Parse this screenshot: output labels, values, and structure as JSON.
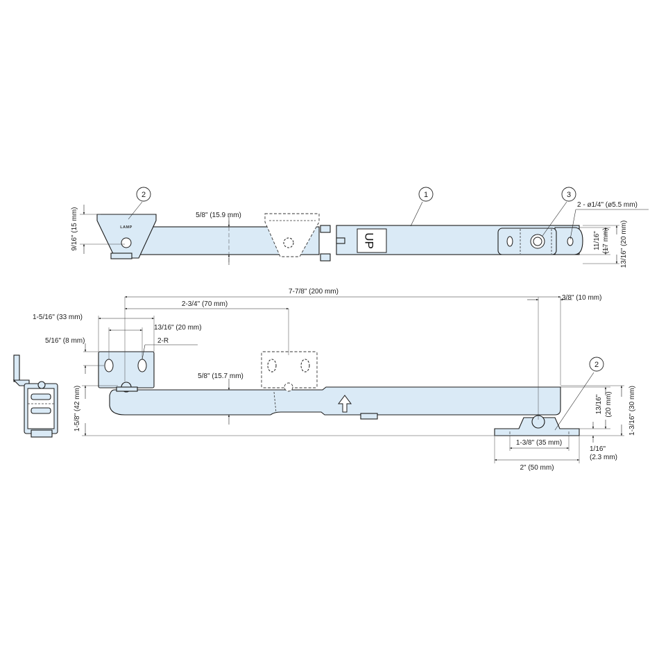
{
  "callouts": {
    "top_stay_arm": "1",
    "top_bracket": "2",
    "top_pivot": "3",
    "bottom_bracket": "2"
  },
  "top_view": {
    "dim_bracket_height": "9/16\" (15 mm)",
    "dim_arm_width": "5/8\" (15.9 mm)",
    "dim_hole": "2 - ø1/4\" (ø5.5 mm)",
    "dim_end_width_fraction": "11/16\"",
    "dim_end_width_metric": "(17 mm)",
    "dim_overall_height": "13/16\" (20 mm)",
    "up_label": "UP",
    "logo_text": "LAMP"
  },
  "front_view": {
    "dim_overall_length": "7-7/8\" (200 mm)",
    "dim_bracket_offset": "2-3/4\" (70 mm)",
    "dim_end_offset": "3/8\" (10 mm)",
    "dim_bracket_length": "1-5/16\" (33 mm)",
    "dim_hole_spacing": "13/16\" (20 mm)",
    "dim_hole_offset": "5/16\" (8 mm)",
    "dim_radius": "2-R",
    "dim_arm_height": "5/8\" (15.7 mm)",
    "dim_total_height": "1-5/8\" (42 mm)",
    "dim_right_height_fraction": "13/16\"",
    "dim_right_height_metric": "(20 mm)",
    "dim_right_total": "1-3/16\" (30 mm)",
    "dim_thickness_fraction": "1/16\"",
    "dim_thickness_metric": "(2.3 mm)",
    "dim_foot_hole_spacing": "1-3/8\" (35 mm)",
    "dim_foot_length": "2\" (50 mm)"
  },
  "colors": {
    "part_fill": "#daeaf6",
    "outline": "#1a1a1a",
    "background": "#ffffff"
  }
}
